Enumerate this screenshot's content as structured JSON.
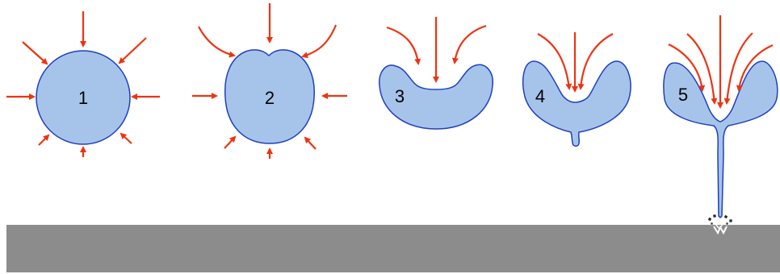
{
  "stages": [
    {
      "label": "1"
    },
    {
      "label": "2"
    },
    {
      "label": "3"
    },
    {
      "label": "4"
    },
    {
      "label": "5"
    }
  ],
  "colors": {
    "body_fill": "#a6c4ea",
    "body_outline": "#1e3fbf",
    "arrow": "#ee3311",
    "ground": "#8c8c8c",
    "debris": "#2a2a2a"
  },
  "icons": [
    "force-arrow-icon",
    "debris-icon"
  ]
}
